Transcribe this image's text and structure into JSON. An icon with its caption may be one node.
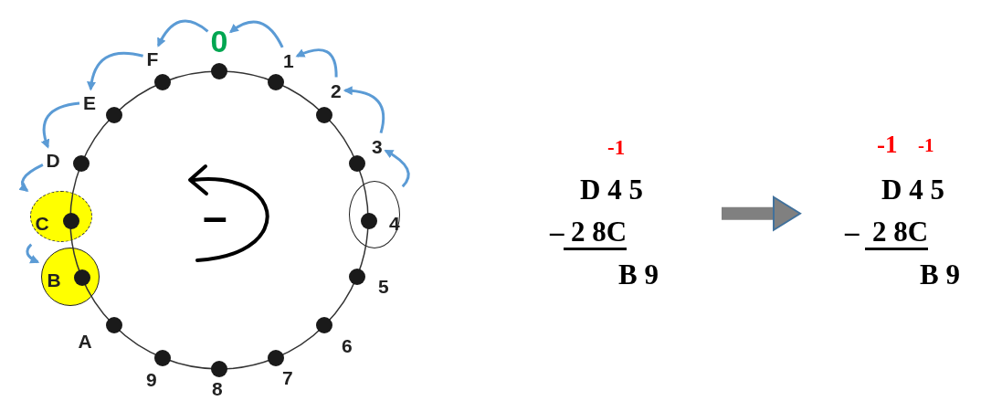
{
  "diagram": {
    "nodes": [
      {
        "text": [
          "0"
        ]
      },
      {
        "text": [
          "1"
        ]
      },
      {
        "text": [
          "2"
        ]
      },
      {
        "text": [
          "3"
        ]
      },
      {
        "text": [
          "4"
        ]
      },
      {
        "text": [
          "5"
        ]
      },
      {
        "text": [
          "6"
        ]
      },
      {
        "text": [
          "7"
        ]
      },
      {
        "text": [
          "8"
        ]
      },
      {
        "text": [
          "9"
        ]
      },
      {
        "text": [
          "A"
        ]
      },
      {
        "text": [
          "B"
        ]
      },
      {
        "text": [
          "C"
        ]
      },
      {
        "text": [
          "D"
        ]
      },
      {
        "text": [
          "E"
        ]
      },
      {
        "text": [
          "F"
        ]
      },
      {
        "text": [
          "-1",
          "D 4 5",
          "–",
          "2 8C",
          "B 9"
        ]
      },
      {
        "text": [
          "-1",
          "-1",
          "D 4 5",
          "–",
          "2 8C",
          "B 9"
        ]
      }
    ],
    "edges": [
      {
        "from": 4,
        "to": 3,
        "arrow": "to"
      },
      {
        "from": 3,
        "to": 2,
        "arrow": "to"
      },
      {
        "from": 2,
        "to": 1,
        "arrow": "to"
      },
      {
        "from": 1,
        "to": 0,
        "arrow": "to"
      },
      {
        "from": 0,
        "to": 15,
        "arrow": "to"
      },
      {
        "from": 15,
        "to": 14,
        "arrow": "to"
      },
      {
        "from": 14,
        "to": 13,
        "arrow": "to"
      },
      {
        "from": 13,
        "to": 12,
        "arrow": "to"
      },
      {
        "from": 12,
        "to": 11,
        "arrow": "to"
      },
      {
        "from": 16,
        "to": 17,
        "arrow": "to",
        "style": "thick",
        "color": "#808080"
      }
    ],
    "labels": [
      "–"
    ]
  }
}
